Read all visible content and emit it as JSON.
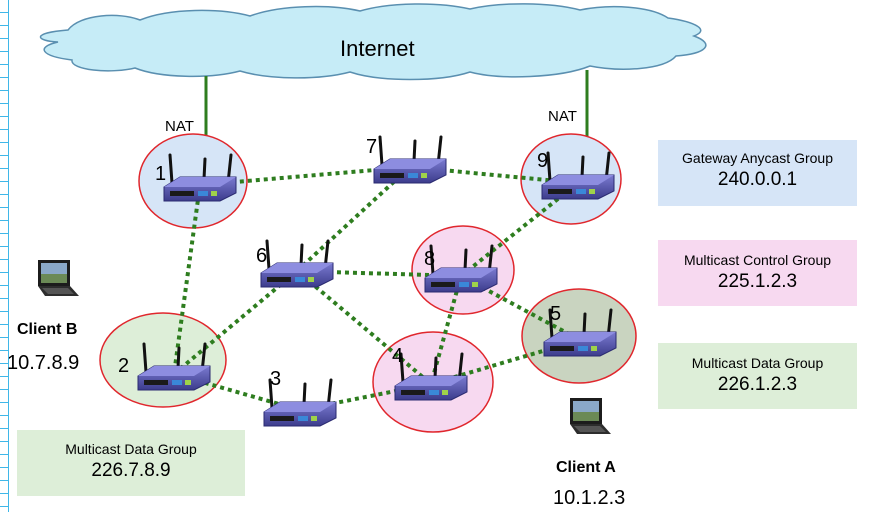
{
  "cloud_label": "Internet",
  "nat_labels": [
    "NAT",
    "NAT"
  ],
  "nodes": [
    {
      "id": "1",
      "label": "1"
    },
    {
      "id": "2",
      "label": "2"
    },
    {
      "id": "3",
      "label": "3"
    },
    {
      "id": "4",
      "label": "4"
    },
    {
      "id": "5",
      "label": "5"
    },
    {
      "id": "6",
      "label": "6"
    },
    {
      "id": "7",
      "label": "7"
    },
    {
      "id": "8",
      "label": "8"
    },
    {
      "id": "9",
      "label": "9"
    }
  ],
  "links": [
    [
      "1",
      "7"
    ],
    [
      "7",
      "9"
    ],
    [
      "1",
      "2"
    ],
    [
      "2",
      "6"
    ],
    [
      "6",
      "7"
    ],
    [
      "6",
      "8"
    ],
    [
      "6",
      "4"
    ],
    [
      "8",
      "9"
    ],
    [
      "8",
      "4"
    ],
    [
      "8",
      "5"
    ],
    [
      "2",
      "3"
    ],
    [
      "3",
      "4"
    ],
    [
      "4",
      "5"
    ]
  ],
  "client_b": {
    "name": "Client B",
    "ip": "10.7.8.9"
  },
  "client_a": {
    "name": "Client A",
    "ip": "10.1.2.3"
  },
  "groups": {
    "anycast": {
      "title": "Gateway Anycast Group",
      "value": "240.0.0.1"
    },
    "control": {
      "title": "Multicast Control Group",
      "value": "225.1.2.3"
    },
    "data_right": {
      "title": "Multicast Data Group",
      "value": "226.1.2.3"
    },
    "data_left": {
      "title": "Multicast Data Group",
      "value": "226.7.8.9"
    }
  },
  "colors": {
    "link": "#2e7d1f",
    "circle_stroke": "#e0272d",
    "blue_fill": "#d6e5f7",
    "pink_fill": "#f7d9f0",
    "green_fill": "#ddeed8",
    "cloud_fill": "#c6ecf7",
    "cloud_stroke": "#5a8fb0"
  }
}
